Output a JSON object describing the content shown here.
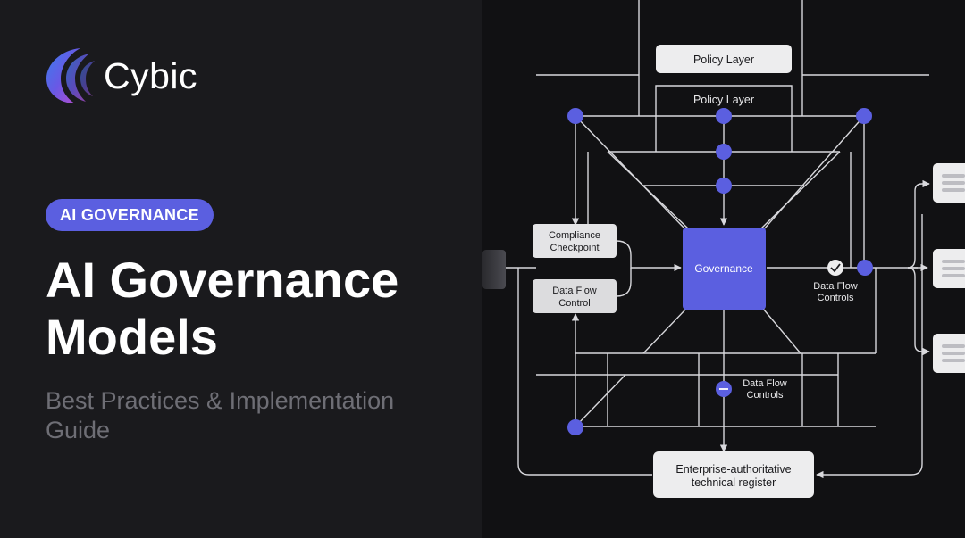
{
  "brand": {
    "name": "Cybic"
  },
  "badge": {
    "label": "AI GOVERNANCE"
  },
  "hero": {
    "title_line1": "AI Governance",
    "title_line2": "Models",
    "subtitle": "Best Practices & Implementation Guide"
  },
  "diagram": {
    "policy_layer_top": "Policy Layer",
    "policy_layer_inner": "Policy Layer",
    "governance": "Governance",
    "compliance_line1": "Compliance",
    "compliance_line2": "Checkpoint",
    "dataflow_control_line1": "Data Flow",
    "dataflow_control_line2": "Control",
    "dataflow_controls_right_line1": "Data Flow",
    "dataflow_controls_right_line2": "Controls",
    "dataflow_controls_bottom_line1": "Data Flow",
    "dataflow_controls_bottom_line2": "Controls",
    "register_line1": "Enterprise-authoritative",
    "register_line2": "technical register"
  },
  "colors": {
    "accent": "#5b5fe0",
    "node": "#5b5fe0",
    "line": "#d8d8dc",
    "box": "#ededee"
  }
}
